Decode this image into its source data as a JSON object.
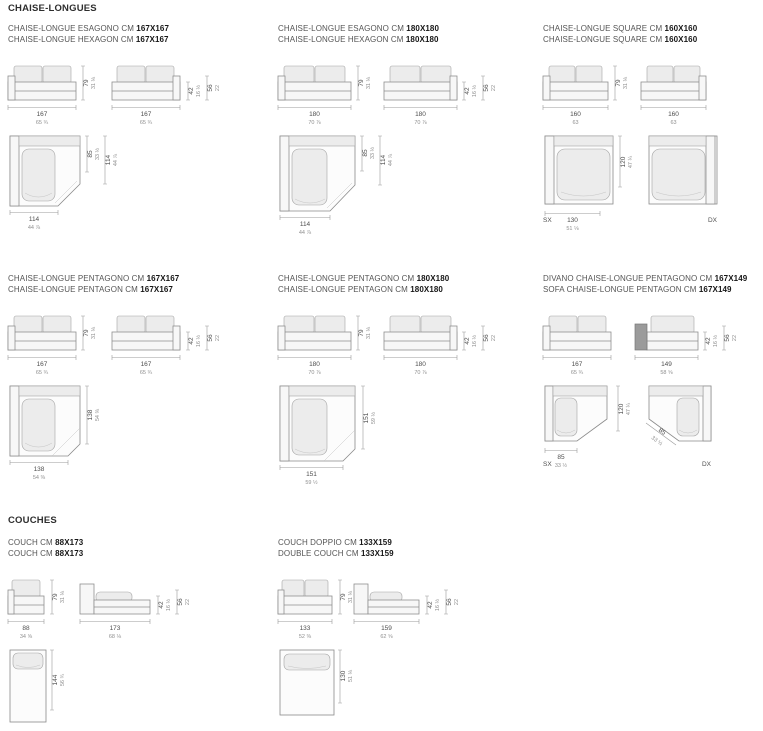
{
  "sections": {
    "chaise": "CHAISE-LONGUES",
    "couches": "COUCHES"
  },
  "heights": {
    "total_cm": "79",
    "total_in": "31 ⅛",
    "seat_cm": "42",
    "seat_in": "16 ½",
    "arm_cm": "56",
    "arm_in": "22"
  },
  "items": {
    "hex167": {
      "title_it": "CHAISE-LONGUE ESAGONO CM ",
      "size_it": "167X167",
      "title_en": "CHAISE-LONGUE HEXAGON CM ",
      "size_en": "167X167",
      "w1_cm": "167",
      "w1_in": "65 ¾",
      "w2_cm": "167",
      "w2_in": "65 ¾",
      "plan": {
        "d1_cm": "85",
        "d1_in": "33 ½",
        "d2_cm": "114",
        "d2_in": "44 ⅞",
        "w_cm": "114",
        "w_in": "44 ⅞"
      }
    },
    "hex180": {
      "title_it": "CHAISE-LONGUE ESAGONO CM ",
      "size_it": "180X180",
      "title_en": "CHAISE-LONGUE HEXAGON CM ",
      "size_en": "180X180",
      "w1_cm": "180",
      "w1_in": "70 ⅞",
      "w2_cm": "180",
      "w2_in": "70 ⅞",
      "plan": {
        "d1_cm": "85",
        "d1_in": "33 ½",
        "d2_cm": "114",
        "d2_in": "44 ⅞",
        "w_cm": "114",
        "w_in": "44 ⅞"
      }
    },
    "sq160": {
      "title_it": "CHAISE-LONGUE SQUARE CM ",
      "size_it": "160X160",
      "title_en": "CHAISE-LONGUE SQUARE CM ",
      "size_en": "160X160",
      "w1_cm": "160",
      "w1_in": "63",
      "w2_cm": "160",
      "w2_in": "63",
      "plan": {
        "h_cm": "120",
        "h_in": "47 ¼",
        "w_cm": "130",
        "w_in": "51 ⅛",
        "sx": "SX",
        "dx": "DX"
      }
    },
    "pen167": {
      "title_it": "CHAISE-LONGUE PENTAGONO CM ",
      "size_it": "167X167",
      "title_en": "CHAISE-LONGUE PENTAGON CM ",
      "size_en": "167X167",
      "w1_cm": "167",
      "w1_in": "65 ¾",
      "w2_cm": "167",
      "w2_in": "65 ¾",
      "plan": {
        "h_cm": "138",
        "h_in": "54 ⅜",
        "w_cm": "138",
        "w_in": "54 ⅜"
      }
    },
    "pen180": {
      "title_it": "CHAISE-LONGUE PENTAGONO CM ",
      "size_it": "180X180",
      "title_en": "CHAISE-LONGUE PENTAGON CM ",
      "size_en": "180X180",
      "w1_cm": "180",
      "w1_in": "70 ⅞",
      "w2_cm": "180",
      "w2_in": "70 ⅞",
      "plan": {
        "h_cm": "151",
        "h_in": "59 ½",
        "w_cm": "151",
        "w_in": "59 ½"
      }
    },
    "sofapen": {
      "title_it": "DIVANO CHAISE-LONGUE PENTAGONO CM ",
      "size_it": "167X149",
      "title_en": "SOFA CHAISE-LONGUE PENTAGON CM ",
      "size_en": "167X149",
      "w1_cm": "167",
      "w1_in": "65 ¾",
      "w2_cm": "149",
      "w2_in": "58 ⅝",
      "plan": {
        "h_cm": "120",
        "h_in": "47 ¼",
        "w_cm": "85",
        "w_in": "33 ½",
        "diag_cm": "85",
        "diag_in": "33 ½",
        "sx": "SX",
        "dx": "DX"
      }
    },
    "couch88": {
      "title_it": "COUCH CM ",
      "size_it": "88X173",
      "title_en": "COUCH CM ",
      "size_en": "88X173",
      "w1_cm": "88",
      "w1_in": "34 ⅝",
      "w2_cm": "173",
      "w2_in": "68 ⅛",
      "plan": {
        "h_cm": "144",
        "h_in": "56 ¾"
      }
    },
    "couch133": {
      "title_it": "COUCH DOPPIO CM ",
      "size_it": "133X159",
      "title_en": "DOUBLE COUCH CM ",
      "size_en": "133X159",
      "w1_cm": "133",
      "w1_in": "52 ⅜",
      "w2_cm": "159",
      "w2_in": "62 ⅝",
      "plan": {
        "h_cm": "130",
        "h_in": "51 ⅛"
      }
    }
  }
}
